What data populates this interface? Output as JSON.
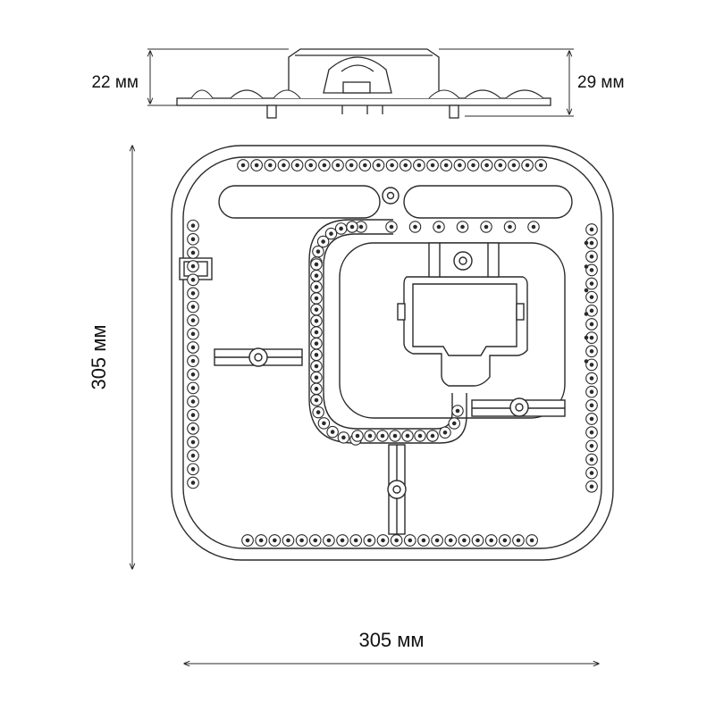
{
  "dimensions": {
    "side_left": "22 мм",
    "side_right": "29 мм",
    "height": "305 мм",
    "width": "305 мм"
  },
  "colors": {
    "stroke": "#2a2a2a",
    "pcb": "#ffffff",
    "led": "#ffffff",
    "text": "#111111"
  }
}
